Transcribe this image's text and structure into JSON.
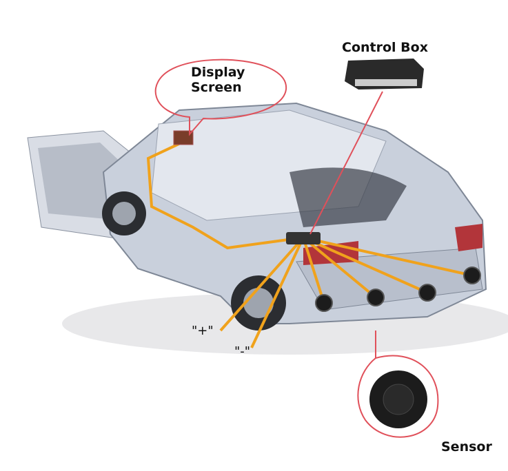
{
  "labels": {
    "display_screen_line1": "Display",
    "display_screen_line2": "Screen",
    "control_box": "Control Box",
    "sensor": "Sensor",
    "positive": "\"+\"",
    "negative": "\"-\""
  },
  "colors": {
    "wire": "#f0a21c",
    "callout": "#e0505a",
    "car_body": "#c9d0dc",
    "sensor": "#1c1c1c"
  }
}
